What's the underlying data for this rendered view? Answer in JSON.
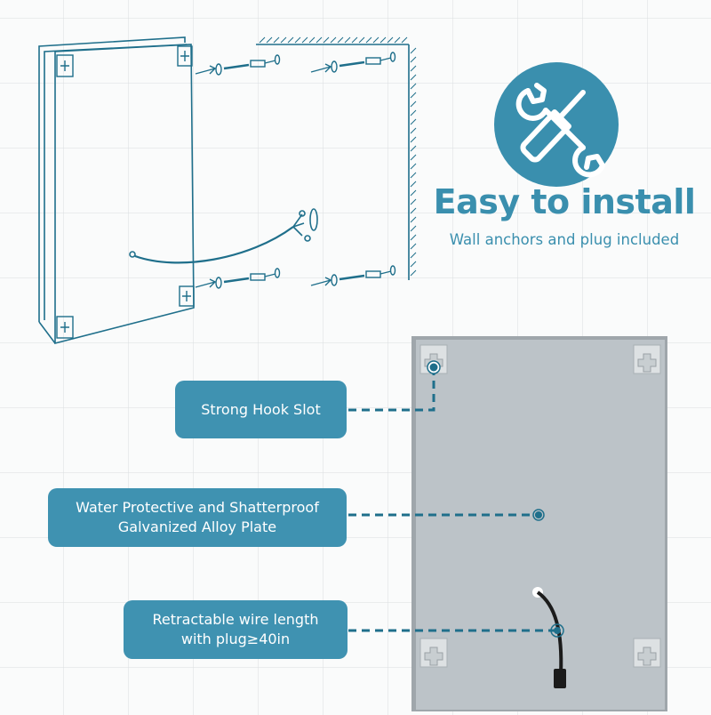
{
  "header": {
    "icon": "wrench-screwdriver-icon",
    "title": "Easy to install",
    "subtitle": "Wall anchors and plug included"
  },
  "callouts": [
    {
      "label": "Strong Hook Slot"
    },
    {
      "label": "Water Protective and Shatterproof\nGalvanized Alloy Plate"
    },
    {
      "label": "Retractable wire length\nwith plug≥40in"
    }
  ],
  "colors": {
    "accent": "#3a8fae",
    "callout_bg": "#3f92b1",
    "line_art": "#1f6f8b",
    "panel_gray": "#bcc3c8",
    "background": "#fafbfb"
  }
}
